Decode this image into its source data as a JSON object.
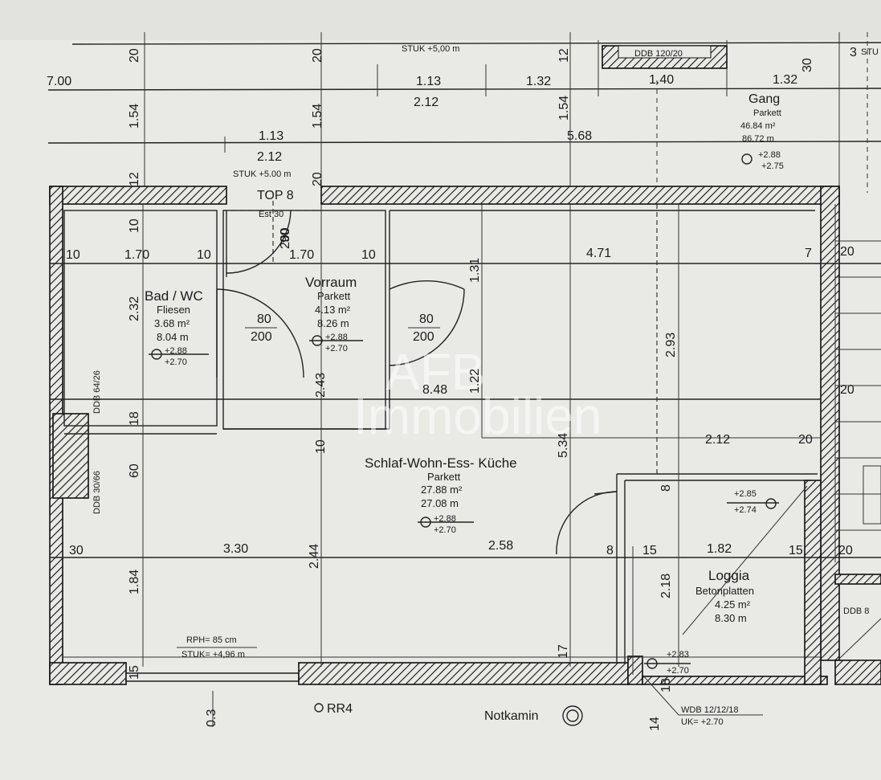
{
  "watermark": {
    "line1": "AFB",
    "line2": "Immobilien"
  },
  "dims": {
    "top": [
      "20",
      "20",
      "STUK +5,00 m",
      "12",
      "DDB 120/20",
      "30",
      "3",
      "STU",
      "7.00",
      "1.13",
      "1.32",
      "1.40",
      "1.32",
      "1.54",
      "2.12",
      "1.54",
      "1.54",
      "Gang",
      "Parkett",
      "46.84 m²",
      "86.72 m",
      "+2.88",
      "+2.75",
      "1.13",
      "5.68",
      "2.12",
      "STUK +5.00 m",
      "20",
      "TOP 8",
      "Est 30",
      "12"
    ],
    "mid": [
      "10",
      "1.70",
      "10",
      "1.70",
      "10",
      "4.71",
      "7",
      "20",
      "10",
      "90",
      "200",
      "1.31",
      "2.32",
      "2.43",
      "1.22",
      "2.93",
      "5.34",
      "18",
      "60",
      "10",
      "2.12",
      "20",
      "20",
      "8",
      "30",
      "3.30",
      "2.44",
      "2.58",
      "8",
      "15",
      "1.82",
      "15",
      "20",
      "2.18",
      "1.84",
      "17"
    ],
    "bottom": [
      "RPH= 85 cm",
      "STUK= +4,96 m",
      "15",
      "RR4",
      "Notkamin",
      "WDB 12/12/18",
      "UK= +2.70",
      "18",
      "0.3",
      "14"
    ]
  },
  "rooms": {
    "bad": {
      "name": "Bad / WC",
      "floor": "Fliesen",
      "area": "3.68 m²",
      "perim": "8.04 m",
      "lev1": "+2.88",
      "lev2": "+2.70"
    },
    "vorraum": {
      "name": "Vorraum",
      "floor": "Parkett",
      "area": "4.13 m²",
      "perim": "8.26 m",
      "lev1": "+2.88",
      "lev2": "+2.70"
    },
    "door1": {
      "w": "80",
      "h": "200"
    },
    "door2": {
      "w": "80",
      "h": "200"
    },
    "mid_dim": "8.48",
    "main": {
      "name": "Schlaf-Wohn-Ess- Küche",
      "floor": "Parkett",
      "area": "27.88 m²",
      "perim": "27.08 m",
      "lev1": "+2.88",
      "lev2": "+2.70"
    },
    "loggia": {
      "name": "Loggia",
      "floor": "Betonplatten",
      "area": "4.25 m²",
      "perim": "8.30 m",
      "lev1": "+2.85",
      "lev2": "+2.74",
      "lev3": "+2.83",
      "lev4": "+2.70"
    },
    "ddb1": "DDB 64/26",
    "ddb2": "DDB 30/66",
    "ddb3": "DDB 8"
  }
}
